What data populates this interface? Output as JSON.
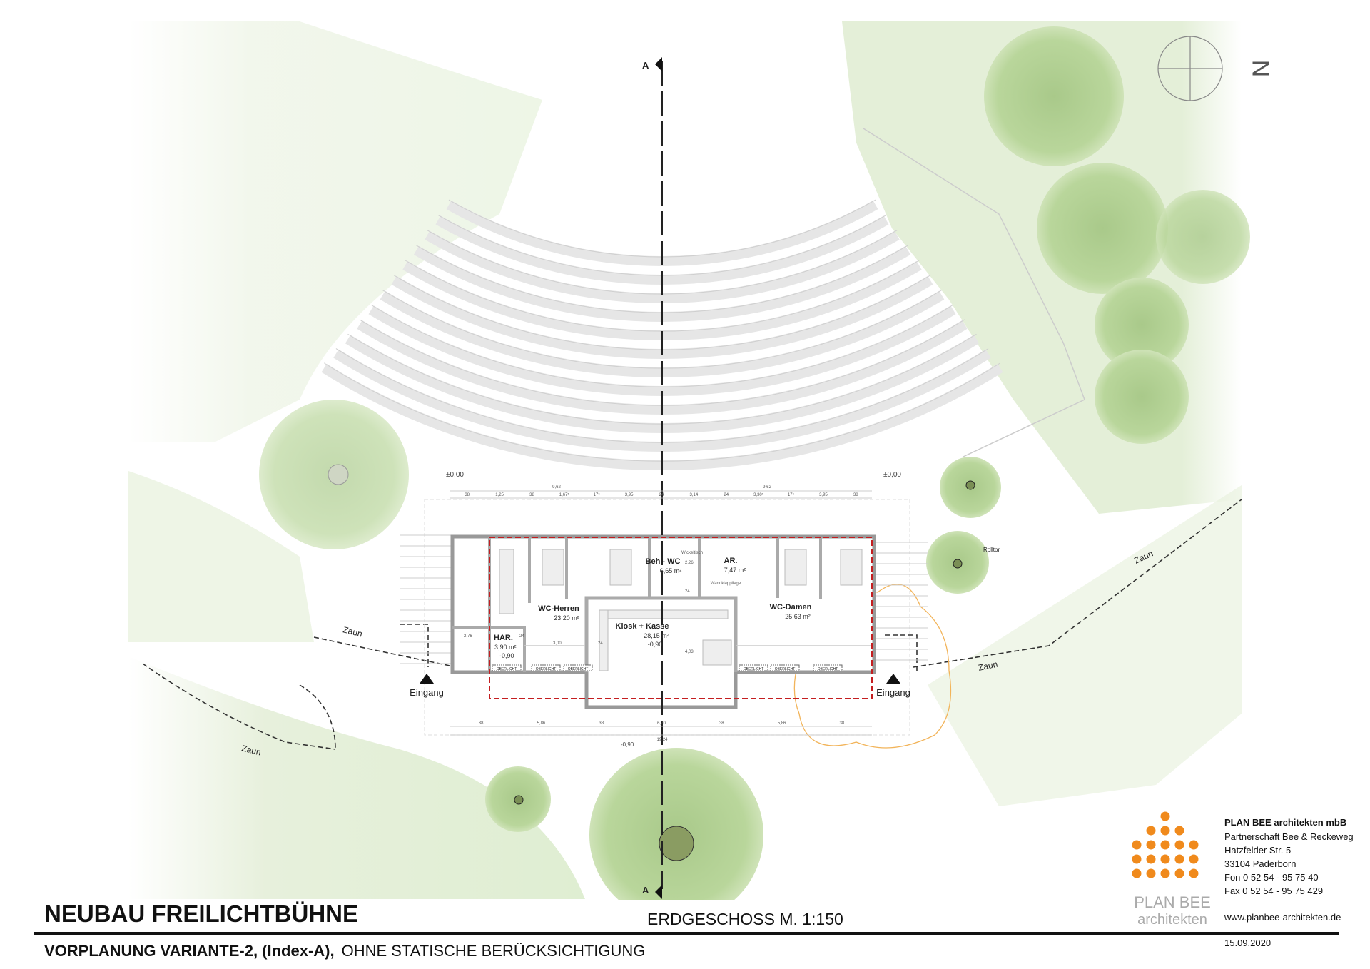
{
  "drawing": {
    "section_marker_top": "A",
    "section_marker_bottom": "A",
    "north_label": "N",
    "levels": {
      "left": "±0,00",
      "right": "±0,00",
      "bottom": "-0,90"
    },
    "rooms": [
      {
        "name": "WC-Herren",
        "area": "23,20 m²"
      },
      {
        "name": "Kiosk + Kasse",
        "area": "28,15 m²",
        "level": "-0,90"
      },
      {
        "name": "Beh.- WC",
        "area": "6,65 m²",
        "note": "Wickeltisch"
      },
      {
        "name": "AR.",
        "area": "7,47 m²",
        "note": "Wandklappliege"
      },
      {
        "name": "WC-Damen",
        "area": "25,63 m²"
      },
      {
        "name": "HAR.",
        "area": "3,90 m²",
        "level": "-0,90"
      }
    ],
    "skylight_label": "OBERLICHT",
    "entrance_label": "Eingang",
    "fence_label": "Zaun",
    "gate_label": "Rolltor",
    "dims": {
      "top_total": [
        "9,62",
        "9,62"
      ],
      "top_detail": [
        "38",
        "1,25",
        "38",
        "1,67⁵",
        "17⁵",
        "3,95",
        "24",
        "3,14",
        "24",
        "3,30⁵",
        "17⁵",
        "3,95",
        "38"
      ],
      "bottom_detail": [
        "38",
        "5,86",
        "38",
        "6,20",
        "38",
        "5,86",
        "38"
      ],
      "bottom_total": "19,24",
      "interior": [
        "2,76",
        "24",
        "3,00",
        "24",
        "2,26",
        "24",
        "4,03"
      ]
    }
  },
  "title_block": {
    "project": "NEUBAU FREILICHTBÜHNE",
    "sheet": "ERDGESCHOSS  M. 1:150",
    "subtitle_bold": "VORPLANUNG VARIANTE-2, (Index-A),",
    "subtitle_rest": "OHNE STATISCHE BERÜCKSICHTIGUNG",
    "date": "15.09.2020"
  },
  "office": {
    "logo_line1": "PLAN BEE",
    "logo_line2": "architekten",
    "name": "PLAN BEE architekten mbB",
    "lines": [
      "Partnerschaft Bee & Reckeweg",
      "Hatzfelder Str. 5",
      "33104 Paderborn",
      "Fon 0 52 54 - 95 75 40",
      "Fax 0 52 54 - 95 75 429"
    ],
    "web": "www.planbee-architekten.de",
    "logo_color": "#f08a1c"
  }
}
